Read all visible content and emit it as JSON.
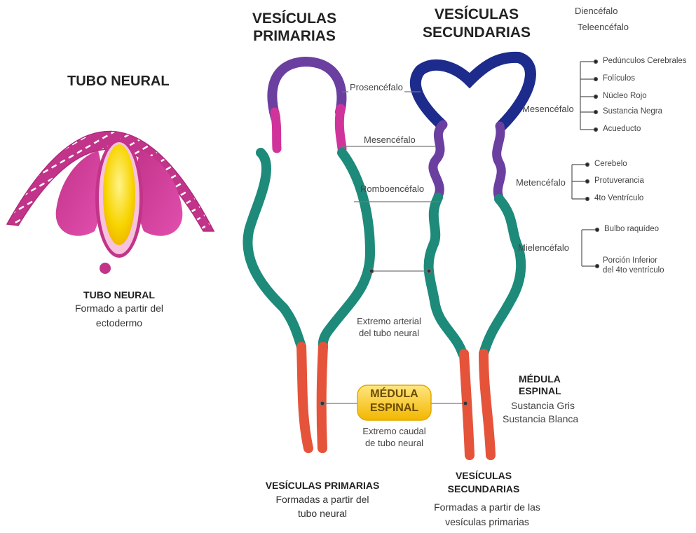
{
  "colors": {
    "magenta": "#c2348a",
    "pink": "#e060b0",
    "yellow": "#f7c800",
    "purple": "#6b3fa0",
    "darkblue": "#1c2b8c",
    "teal": "#1d8a7a",
    "orange_red": "#e5533a",
    "gray_line": "#777777"
  },
  "left_panel": {
    "title": "TUBO NEURAL",
    "caption_title": "TUBO NEURAL",
    "caption_line1": "Formado a partir del",
    "caption_line2": "ectodermo"
  },
  "primary_col": {
    "title_line1": "VESÍCULAS",
    "title_line2": "PRIMARIAS",
    "bottom_title": "VESÍCULAS PRIMARIAS",
    "bottom_line1": "Formadas a partir del",
    "bottom_line2": "tubo neural"
  },
  "secondary_col": {
    "title_line1": "VESÍCULAS",
    "title_line2": "SECUNDARIAS",
    "bottom_title_line1": "VESÍCULAS",
    "bottom_title_line2": "SECUNDARIAS",
    "bottom_line1": "Formadas a partir de las",
    "bottom_line2": "vesículas primarias"
  },
  "middle_labels": {
    "prosencefalo": "Prosencéfalo",
    "mesencefalo": "Mesencéfalo",
    "romboencefalo": "Romboencéfalo",
    "extremo_arterial_1": "Extremo arterial",
    "extremo_arterial_2": "del tubo neural",
    "medula_badge_1": "MÉDULA",
    "medula_badge_2": "ESPINAL",
    "extremo_caudal_1": "Extremo caudal",
    "extremo_caudal_2": "de tubo neural"
  },
  "right_labels": {
    "diencefalo": "Diencéfalo",
    "telencefalo": "Teleencéfalo",
    "mesencefalo": "Mesencéfalo",
    "mesencefalo_items": [
      "Pedúnculos Cerebrales",
      "Folículos",
      "Núcleo Rojo",
      "Sustancia Negra",
      "Acueducto"
    ],
    "metencefalo": "Metencéfalo",
    "metencefalo_items": [
      "Cerebelo",
      "Protuverancia",
      "4to Ventrículo"
    ],
    "mielencefalo": "Mielencéfalo",
    "mielencefalo_item1": "Bulbo raquídeo",
    "mielencefalo_item2_line1": "Porción Inferior",
    "mielencefalo_item2_line2": "del 4to ventrículo",
    "medula_title_1": "MÉDULA",
    "medula_title_2": "ESPINAL",
    "medula_item1": "Sustancia Gris",
    "medula_item2": "Sustancia Blanca"
  }
}
